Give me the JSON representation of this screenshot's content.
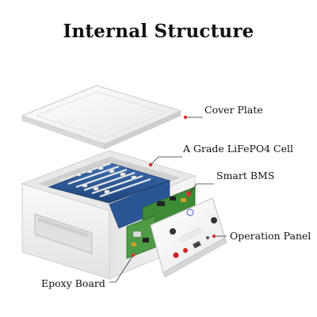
{
  "title": "Internal Structure",
  "labels": {
    "cover_plate": "Cover Plate",
    "cell": "A Grade LiFePO4 Cell",
    "bms": "Smart BMS",
    "operation_panel": "Operation Panel",
    "epoxy_board": "Epoxy Board"
  },
  "colors": {
    "leader_line": "#333333",
    "leader_dot": "#e03030",
    "casing": "#f4f4f4",
    "cell_blue": "#2f5e9e",
    "pcb_green": "#3f8f3a"
  }
}
